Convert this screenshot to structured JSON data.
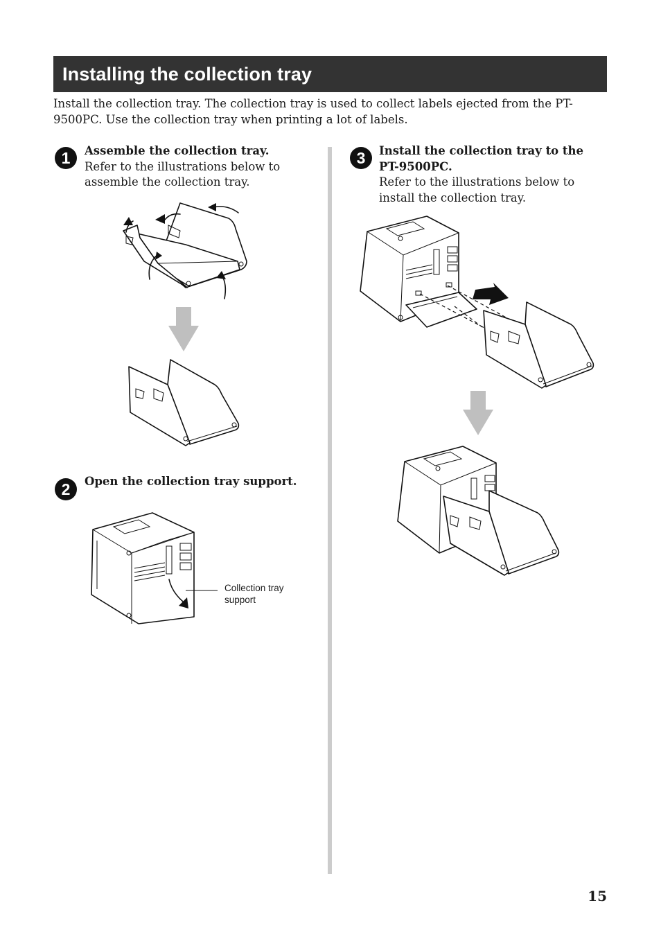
{
  "header": {
    "title": "Installing the collection tray"
  },
  "intro": "Install the collection tray. The collection tray is used to collect labels ejected from the PT-9500PC. Use the collection tray when printing a lot of labels.",
  "steps": [
    {
      "number": "1",
      "title": "Assemble the collection tray.",
      "body": "Refer to the illustrations below to assemble the collection tray."
    },
    {
      "number": "2",
      "title": "Open the collection tray support.",
      "body": ""
    },
    {
      "number": "3",
      "title": "Install the collection tray to the PT-9500PC.",
      "body": "Refer to the illustrations below to install the collection tray."
    }
  ],
  "callout": {
    "label": "Collection tray support"
  },
  "page_number": "15",
  "colors": {
    "header_bg": "#333333",
    "header_text": "#ffffff",
    "arrow_gray": "#bfbfbf",
    "divider": "#cccccc"
  }
}
